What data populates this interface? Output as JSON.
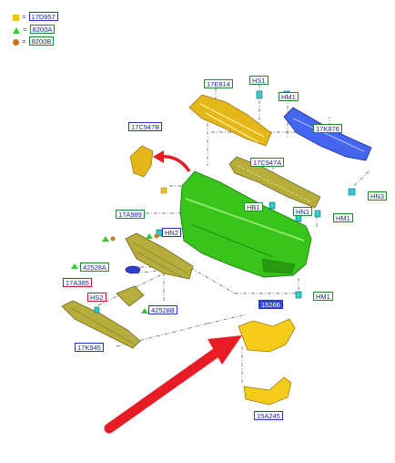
{
  "legend": [
    {
      "shape": "square",
      "color": "#f2c21b",
      "code": "17D957"
    },
    {
      "shape": "triangle",
      "color": "#33cc33",
      "code": "8200A"
    },
    {
      "shape": "circle",
      "color": "#c87522",
      "code": "8200B"
    }
  ],
  "equals_sign": "=",
  "labels": {
    "upper_reinforcement": "17E814",
    "bolt_hs1": "HS1",
    "nut_hm1_top": "HM1",
    "reinforcement_bar": "17K876",
    "bracket_left": "17C947B",
    "absorber": "17C947A",
    "part_17a989": "17A989",
    "clip_hn2": "HN2",
    "bolt_hb1": "HB1",
    "nut_hn1": "HN1",
    "nut_hm1_mid": "HM1",
    "clip_hn3": "HN3",
    "part_42528a": "42528A",
    "part_17a385": "17A385",
    "screw_hs2": "HS2",
    "part_42528b": "42528B",
    "lower_grille": "17K945",
    "nut_hm1_low": "HM1",
    "part_15266": "15266",
    "part_15a245": "15A245"
  },
  "callout_arrow_color": "#e81c24"
}
